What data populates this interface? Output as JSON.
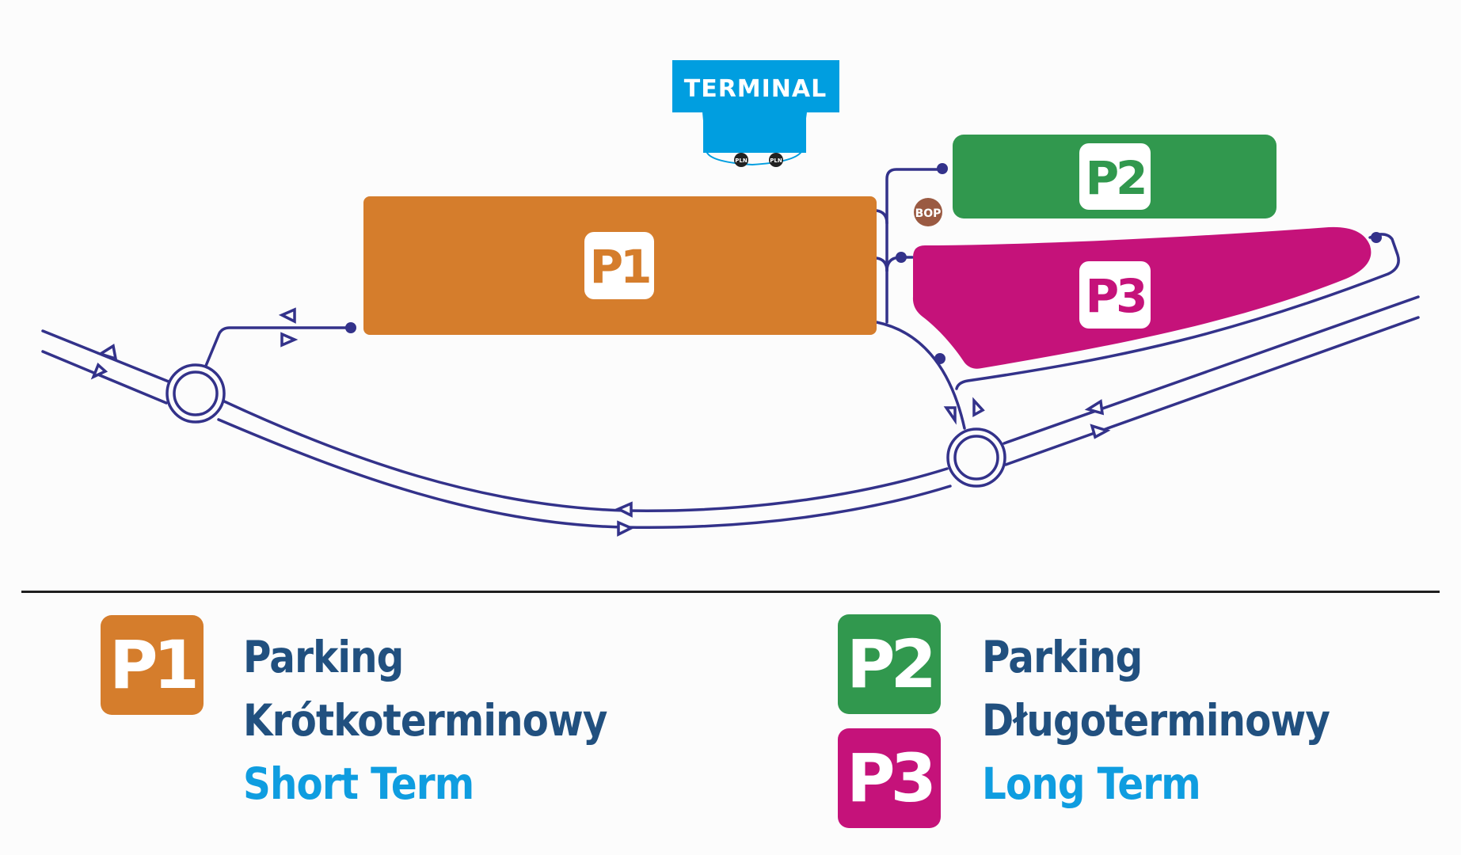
{
  "colors": {
    "road": "#33328a",
    "terminal": "#009ee0",
    "p1": "#d57d2c",
    "p2": "#31984e",
    "p3": "#c5127a",
    "bop": "#9a5a42",
    "pln": "#222222",
    "text_dark": "#21507f",
    "text_light": "#0f9de0"
  },
  "map": {
    "terminal_label": "TERMINAL",
    "pln_markers": [
      "PLN",
      "PLN"
    ],
    "bop_label": "BOP",
    "lots": [
      {
        "id": "P1",
        "label": "P1"
      },
      {
        "id": "P2",
        "label": "P2"
      },
      {
        "id": "P3",
        "label": "P3"
      }
    ]
  },
  "legend": {
    "short_term": {
      "badge": "P1",
      "line1": "Parking",
      "line2": "Krótkoterminowy",
      "line3": "Short Term"
    },
    "long_term": {
      "badges": [
        "P2",
        "P3"
      ],
      "line1": "Parking",
      "line2": "Długoterminowy",
      "line3": "Long Term"
    }
  }
}
